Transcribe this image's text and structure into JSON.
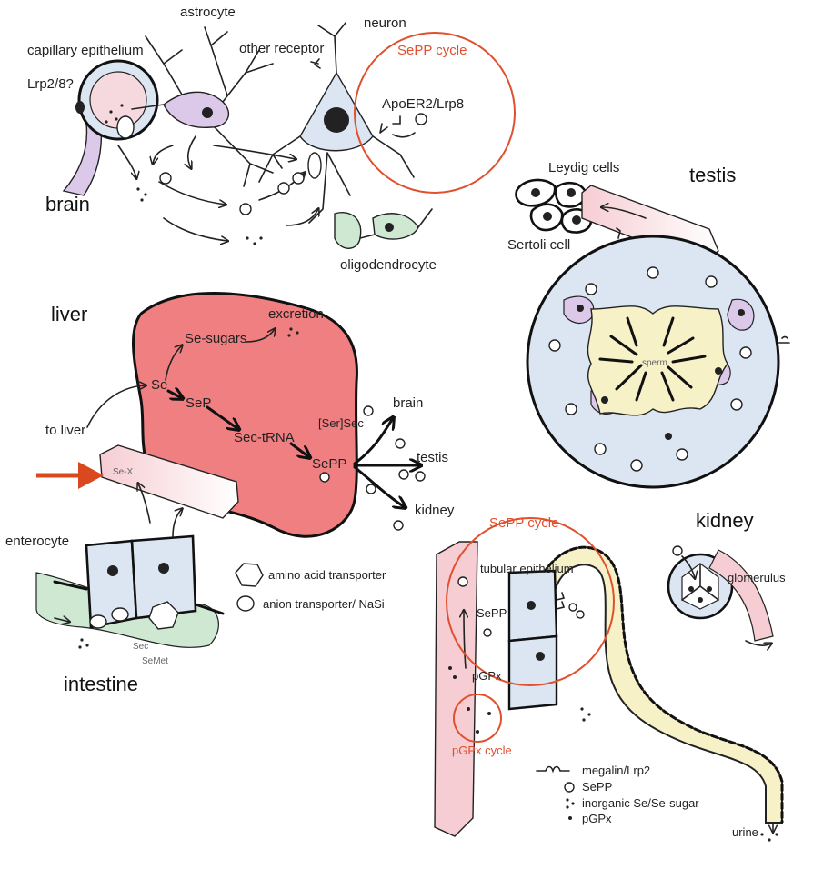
{
  "colors": {
    "liver": "#f07f82",
    "vessel": "#f6cdd2",
    "cell_blue": "#dbe6f2",
    "astrocyte": "#dcc8e8",
    "oligo": "#cfe8d2",
    "seminiferous": "#f7f1c8",
    "cycle_circle": "#e0502e",
    "arrow_red": "#d9481f"
  },
  "brain": {
    "region": "brain",
    "capillary": "capillary epithelium",
    "lrp": "Lrp2/8?",
    "astrocyte": "astrocyte",
    "neuron": "neuron",
    "other_receptor": "other receptor",
    "cycle": "SePP cycle",
    "apoer": "ApoER2/Lrp8",
    "oligo": "oligodendrocyte"
  },
  "testis": {
    "region": "testis",
    "leydig": "Leydig cells",
    "sertoli": "Sertoli cell",
    "sperm": "sperm"
  },
  "liver": {
    "region": "liver",
    "excretion": "excretion",
    "se_sugars": "Se-sugars",
    "se": "Se",
    "sep": "SeP",
    "sec_trna": "Sec-tRNA",
    "ser_sec": "[Ser]Sec",
    "sepp": "SePP",
    "to_liver": "to liver",
    "se_x": "Se-X",
    "targets": [
      "brain",
      "testis",
      "kidney"
    ]
  },
  "intestine": {
    "region": "intestine",
    "enterocyte": "enterocyte",
    "sec": "Sec",
    "semet": "SeMet"
  },
  "transporters": {
    "amino": "amino acid transporter",
    "anion": "anion transporter/ NaSi"
  },
  "kidney": {
    "region": "kidney",
    "cycle": "SePP cycle",
    "tubular": "tubular epithelium",
    "glomerulus": "glomerulus",
    "sepp": "SePP",
    "pgpx": "pGPx",
    "pgpx_cycle": "pGPx cycle",
    "urine": "urine"
  },
  "legend": {
    "megalin": "megalin/Lrp2",
    "sepp": "SePP",
    "inorganic": "inorganic Se/Se-sugar",
    "pgpx": "pGPx"
  }
}
